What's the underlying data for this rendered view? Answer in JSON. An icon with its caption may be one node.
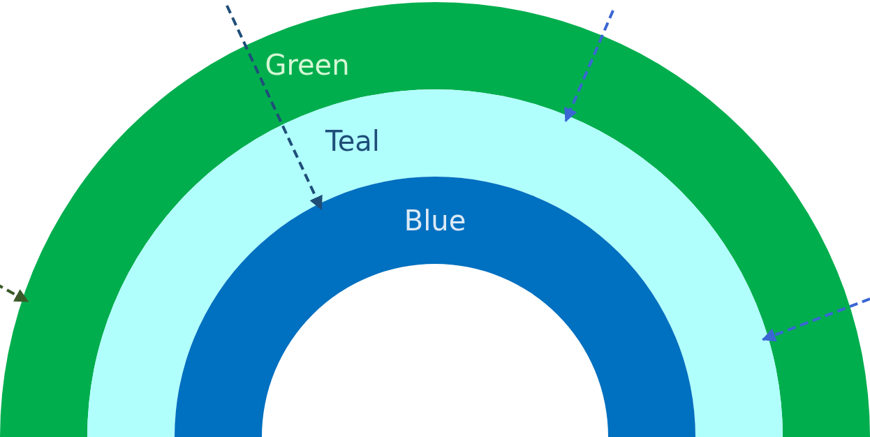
{
  "diagram": {
    "nodes": [
      {
        "text": [
          "Green"
        ]
      },
      {
        "text": [
          "Teal"
        ],
        "in": 0
      },
      {
        "text": [
          "Blue"
        ],
        "in": 1
      }
    ],
    "edges": [
      {
        "from": null,
        "to": 0,
        "arrow": "to",
        "style": "dashed",
        "color": "#3b5a2a"
      },
      {
        "from": null,
        "to": 2,
        "arrow": "to",
        "style": "dashed",
        "color": "#1f4e79"
      },
      {
        "from": null,
        "to": 1,
        "arrow": "to",
        "style": "dashed"
      },
      {
        "from": null,
        "to": 1,
        "arrow": "to",
        "style": "dashed"
      }
    ]
  }
}
